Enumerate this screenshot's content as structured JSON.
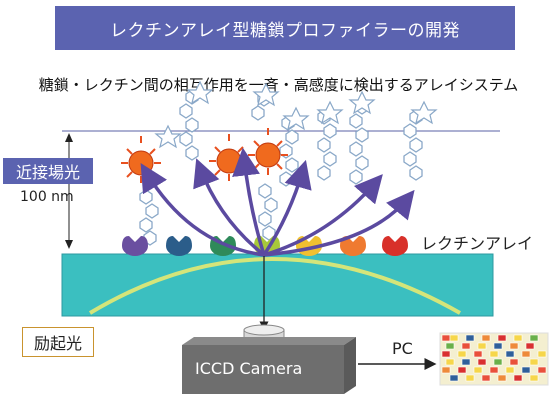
{
  "header": {
    "title": "レクチンアレイ型糖鎖プロファイラーの開発"
  },
  "subtitle": "糖鎖・レクチン間の相互作用を一斉・高感度に検出するアレイシステム",
  "labels": {
    "near_field": "近接場光",
    "distance": "100 nm",
    "lectin_array": "レクチンアレイ",
    "excitation": "励起光",
    "camera": "ICCD Camera",
    "pc": "PC"
  },
  "colors": {
    "header_bg": "#5b63b0",
    "glass": "#3bbfc0",
    "arrow": "#5b4aa0",
    "signal": "#e8501f",
    "lectins": [
      "#6a4fa0",
      "#2b5d8a",
      "#2f8a5a",
      "#a8c83a",
      "#f0c030",
      "#ef7a30",
      "#d8302a"
    ]
  }
}
